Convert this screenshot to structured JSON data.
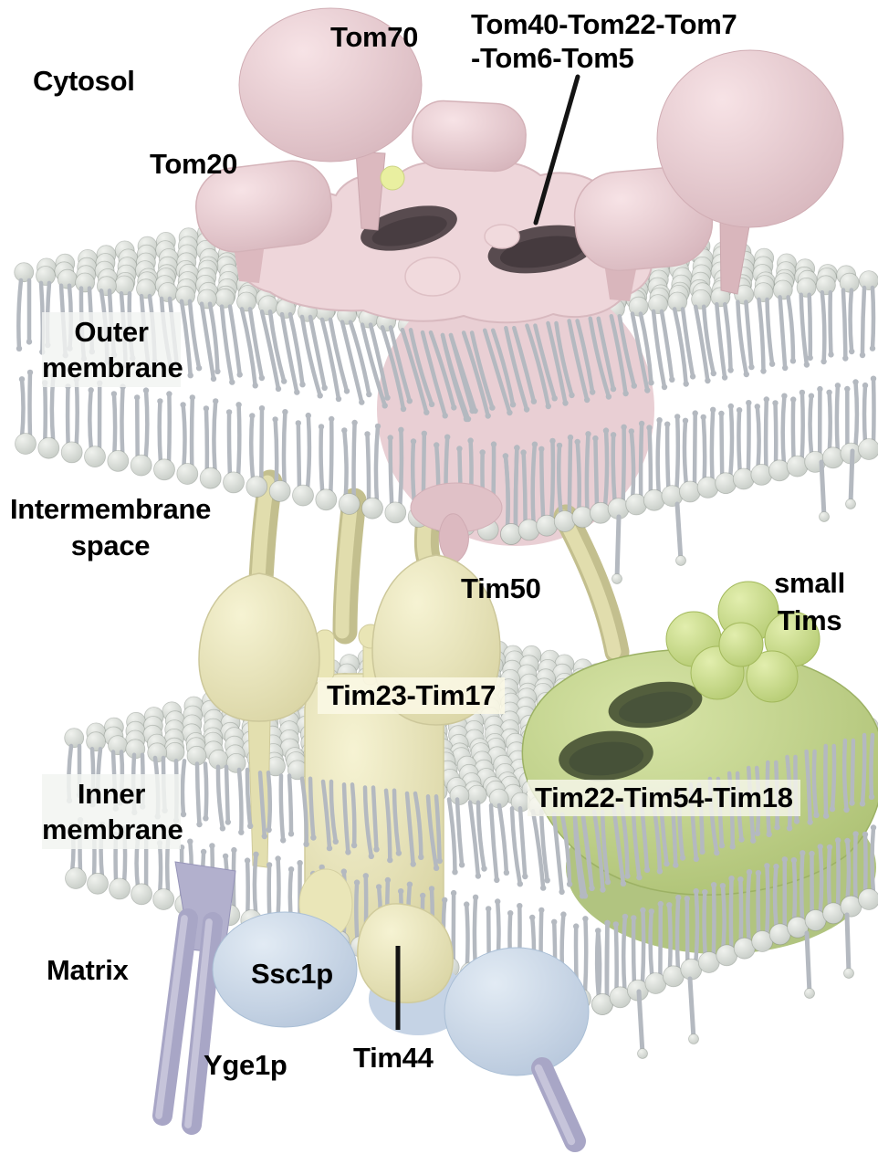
{
  "labels": {
    "cytosol": "Cytosol",
    "tom70": "Tom70",
    "tom_complex_line1": "Tom40-Tom22-Tom7",
    "tom_complex_line2": "-Tom6-Tom5",
    "tom20": "Tom20",
    "outer_membrane_line1": "Outer",
    "outer_membrane_line2": "membrane",
    "intermembrane_space_line1": "Intermembrane",
    "intermembrane_space_line2": "space",
    "tim50": "Tim50",
    "small_tims_line1": "small",
    "small_tims_line2": "Tims",
    "tim23_tim17": "Tim23-Tim17",
    "tim22_tim54_tim18": "Tim22-Tim54-Tim18",
    "inner_membrane_line1": "Inner",
    "inner_membrane_line2": "membrane",
    "matrix": "Matrix",
    "ssc1p": "Ssc1p",
    "yge1p": "Yge1p",
    "tim44": "Tim44"
  },
  "colors": {
    "background": "#ffffff",
    "lipid_head": "#d1d6d0",
    "lipid_tail": "#b4b9c0",
    "tom_pink": "#e8ccd1",
    "tom_platform_pink": "#eed6da",
    "tom_pore_dark": "#584b4f",
    "channel_interior_pink": "#e9cfd4",
    "tim_pale_yellow": "#e9e5b6",
    "tim22_green": "#bed186",
    "tim22_pore_dark": "#535e3d",
    "small_tims_green": "#cbdf8d",
    "ssc1p_blue": "#c8d6e7",
    "yge1p_lavender": "#a8a6c6",
    "annotation_line": "#141414",
    "label_text": "#000000"
  }
}
